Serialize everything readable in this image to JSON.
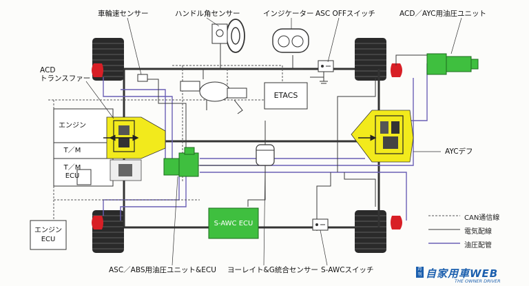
{
  "labels": {
    "wheel_speed_sensor": "車輪速センサー",
    "steering_angle_sensor": "ハンドル角センサー",
    "indicator": "インジケーター",
    "asc_off_switch": "ASC OFFスイッチ",
    "acd_ayc_unit": "ACD／AYC用油圧ユニット",
    "acd_line1": "ACD",
    "acd_line2": "トランスファー",
    "engine": "エンジン",
    "tm": "T／M",
    "tm_ecu_line1": "T／M",
    "tm_ecu_line2": "ECU",
    "etacs": "ETACS",
    "ayc_diff": "AYCデフ",
    "engine_ecu_line1": "エンジン",
    "engine_ecu_line2": "ECU",
    "s_awc_ecu": "S-AWC ECU",
    "asc_abs_unit": "ASC／ABS用油圧ユニット&ECU",
    "yaw_g_sensor": "ヨーレイト&G統合センサー",
    "s_awc_switch": "S-AWCスイッチ"
  },
  "legend": {
    "can": "CAN通信線",
    "electric": "電気配線",
    "hydraulic": "油圧配管"
  },
  "logo": {
    "mark": "月刊",
    "main": "自家用車WEB",
    "sub": "THE OWNER DRIVER"
  },
  "colors": {
    "hydraulic_line": "#6a5fb5",
    "electric_line": "#3a3a3a",
    "can_line": "#555555",
    "hydraulic_unit": "#3fbf3f",
    "diff_yellow": "#f2ea1c",
    "brake_red": "#d81f26"
  }
}
